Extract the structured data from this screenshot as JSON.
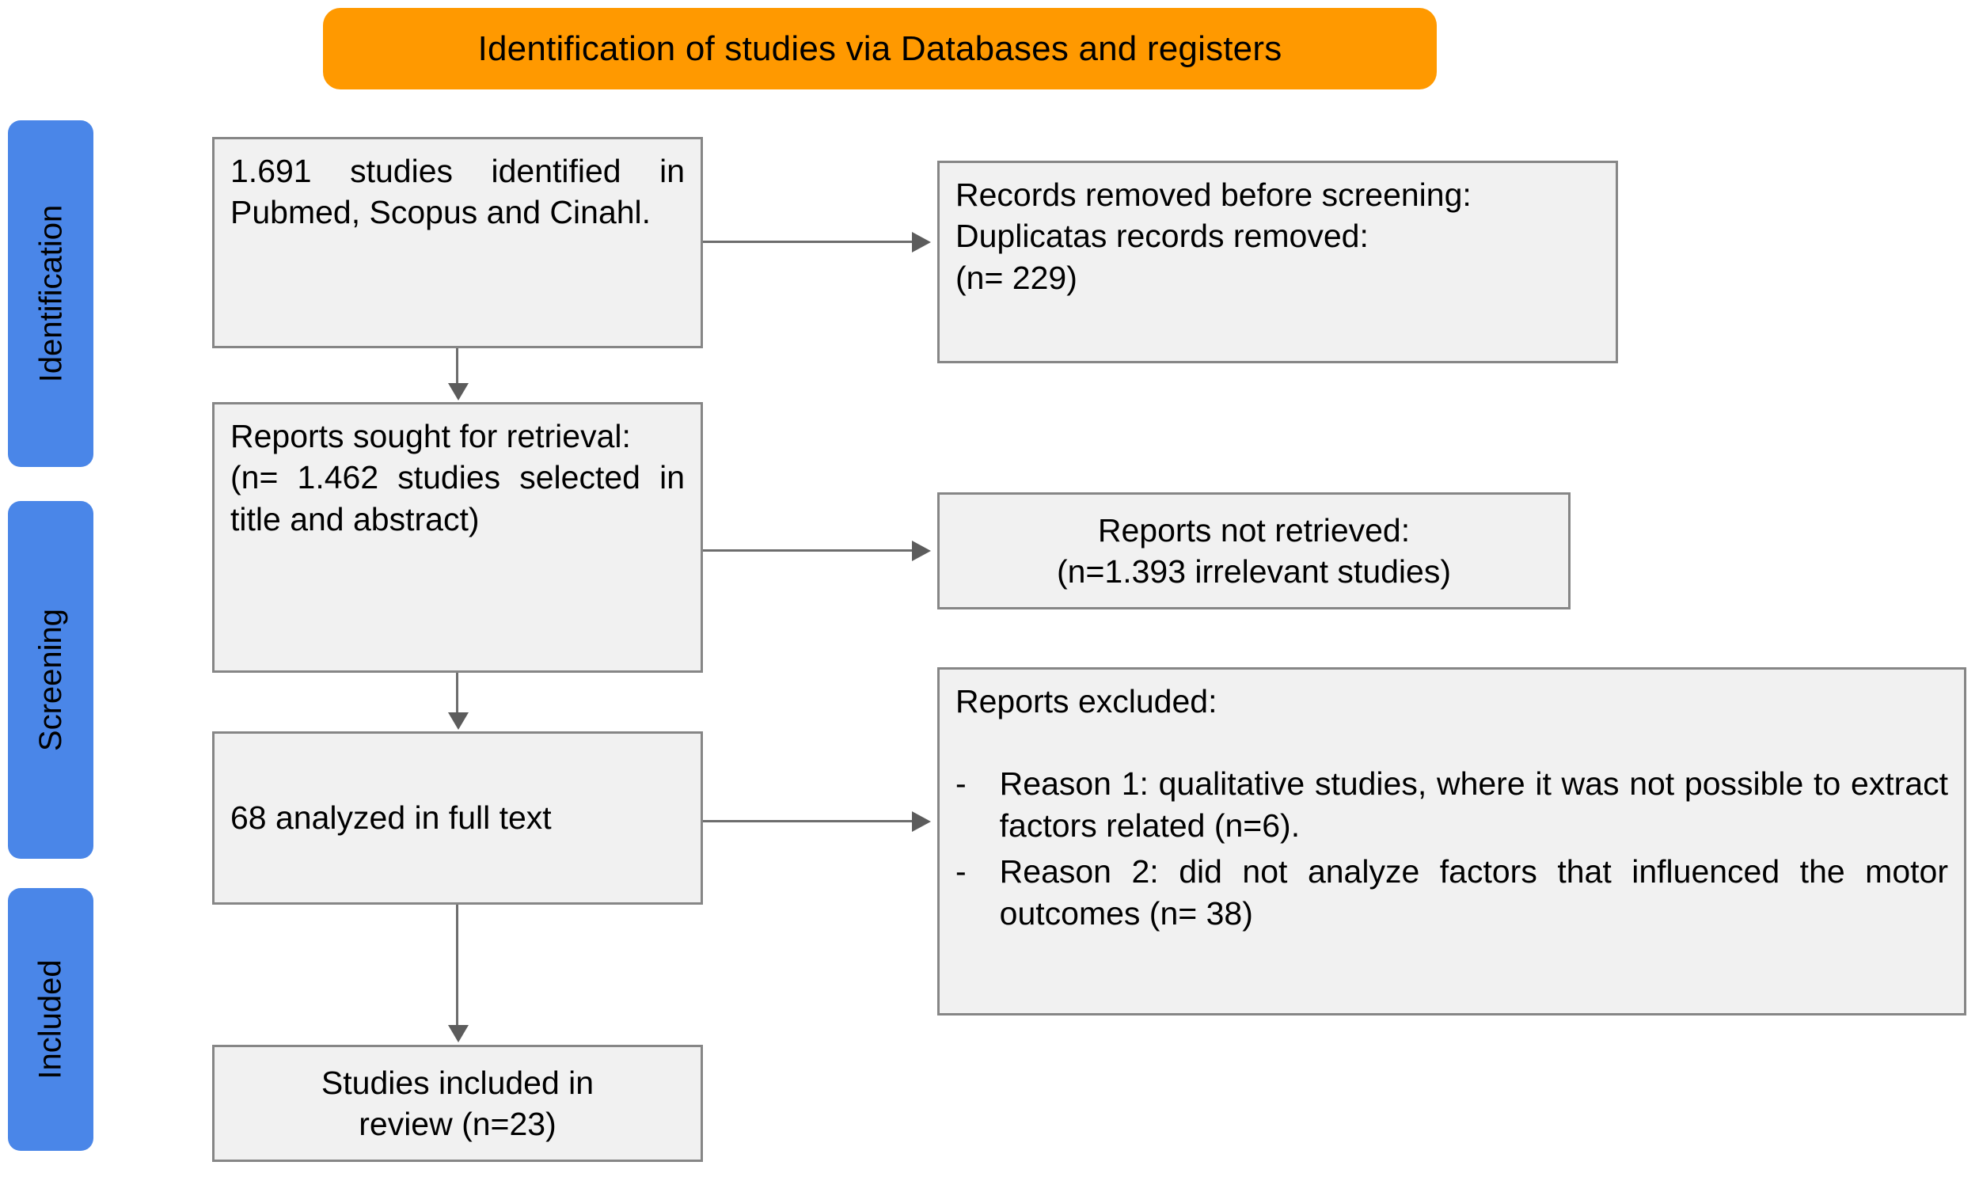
{
  "banner": {
    "title": "Identification of studies via Databases and registers",
    "color": "#ff9900"
  },
  "stages": [
    {
      "label": "Identification"
    },
    {
      "label": "Screening"
    },
    {
      "label": "Included"
    }
  ],
  "colors": {
    "stage_blue": "#4a86e8",
    "box_fill": "#f1f1f1",
    "box_border": "#868686",
    "connector": "#6d6d6d"
  },
  "boxes": {
    "identified": {
      "text": "1.691 studies identified in Pubmed, Scopus and Cinahl."
    },
    "removed": {
      "line1": "Records removed before screening:",
      "line2": "Duplicatas records removed:",
      "line3": "(n= 229)"
    },
    "sought": {
      "line1": "Reports sought for retrieval:",
      "line2": "(n= 1.462 studies selected in title and abstract)"
    },
    "not_retrieved": {
      "line1": "Reports not retrieved:",
      "line2": "(n=1.393 irrelevant studies)"
    },
    "full_text": {
      "text": "68 analyzed in full text"
    },
    "excluded": {
      "title": "Reports excluded:",
      "bullet_marker": "-",
      "items": [
        "Reason 1: qualitative studies, where  it was not possible to extract factors related (n=6).",
        "Reason 2: did not analyze factors that influenced the motor outcomes (n= 38)"
      ]
    },
    "included": {
      "line1": "Studies included in",
      "line2": "review (n=23)"
    }
  },
  "connectors": {
    "identified_to_sought": "arrow-down",
    "sought_to_full_text": "arrow-down",
    "full_text_to_included": "arrow-down",
    "identified_to_removed": "arrow-right",
    "sought_to_not_retrieved": "arrow-right",
    "full_text_to_excluded": "arrow-right"
  }
}
